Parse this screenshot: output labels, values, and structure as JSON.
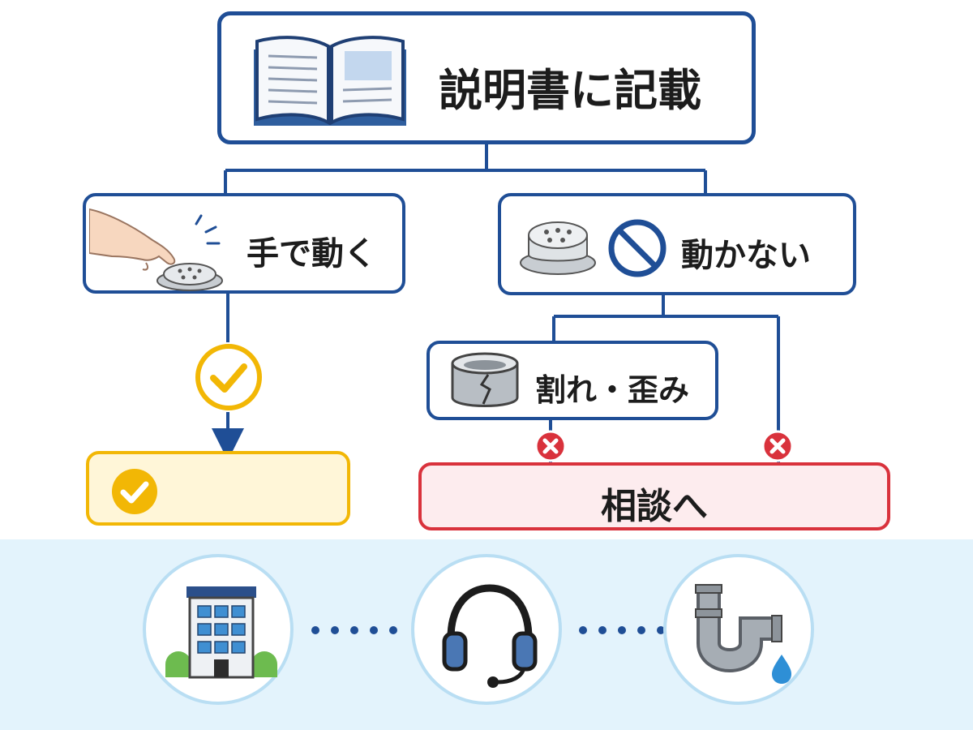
{
  "nodes": {
    "root_label": "説明書に記載",
    "moves_label": "手で動く",
    "not_moves_label": "動かない",
    "cracked_label": "割れ・歪み",
    "ok_label": "",
    "consult_label": "相談へ"
  },
  "icons": {
    "root": "open-book-icon",
    "moves": "hand-pressing-drain-cap-icon",
    "not_moves": "drain-cap-with-prohibited-sign-icon",
    "cracked": "cracked-drain-ring-icon",
    "ok": "check-circle-icon",
    "cross": "cross-circle-icon",
    "building": "building-icon",
    "support": "headset-icon",
    "pipe": "drain-pipe-icon"
  },
  "colors": {
    "line": "#1f4e96",
    "ok": "#f2b705",
    "danger": "#d9323c",
    "danger_fill": "#fdecee",
    "ok_fill": "#fff6d8",
    "band": "#e3f3fc"
  }
}
